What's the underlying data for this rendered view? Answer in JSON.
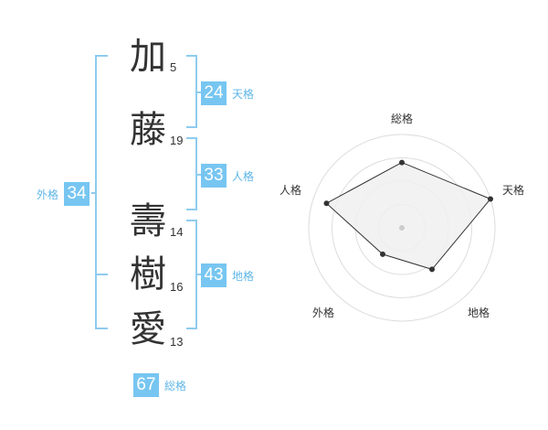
{
  "name_chars": [
    {
      "char": "加",
      "strokes": "5"
    },
    {
      "char": "藤",
      "strokes": "19"
    },
    {
      "char": "壽",
      "strokes": "14"
    },
    {
      "char": "樹",
      "strokes": "16"
    },
    {
      "char": "愛",
      "strokes": "13"
    }
  ],
  "scores": {
    "tenkaku": {
      "value": "24",
      "label": "天格"
    },
    "jinkaku": {
      "value": "33",
      "label": "人格"
    },
    "chikaku": {
      "value": "43",
      "label": "地格"
    },
    "gaikaku": {
      "value": "34",
      "label": "外格"
    },
    "soukaku": {
      "value": "67",
      "label": "総格"
    }
  },
  "chart_data": {
    "type": "radar",
    "axes": [
      "総格",
      "天格",
      "地格",
      "外格",
      "人格"
    ],
    "values": [
      0.7,
      1.0,
      0.55,
      0.35,
      0.85
    ],
    "range": [
      0,
      1
    ],
    "rings": 4,
    "colors": {
      "fill": "#f0f0f0",
      "line": "#333333",
      "ring": "#dddddd",
      "accent": "#77c6f1"
    }
  }
}
